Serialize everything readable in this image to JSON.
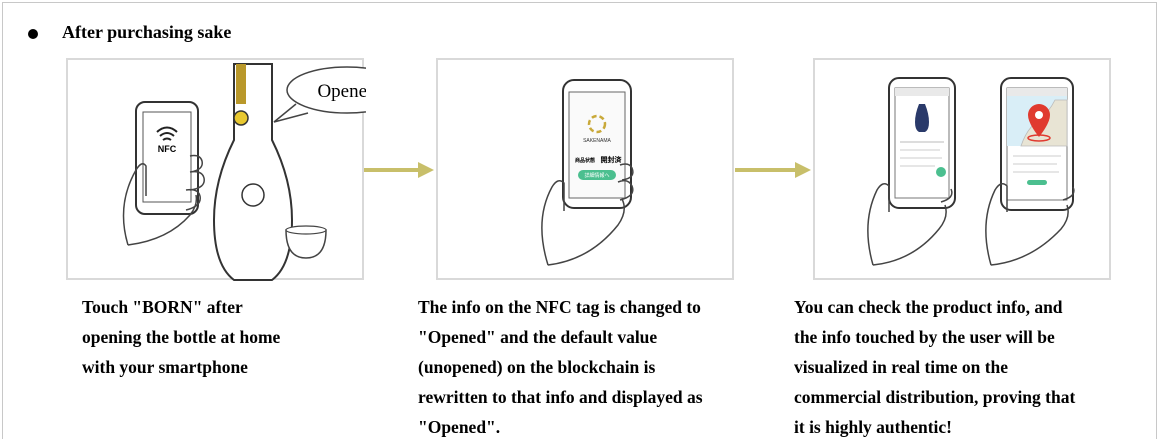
{
  "section": {
    "title": "After purchasing sake"
  },
  "steps": [
    {
      "bubble_label": "Opened",
      "phone_label": "NFC",
      "caption_lines": [
        "Touch \"BORN\" after",
        "opening the bottle at home",
        "with your smartphone"
      ]
    },
    {
      "app_name": "SAKENAMA",
      "screen_label_left": "商品状態",
      "screen_label_right": "開封済",
      "screen_button": "詳細情報へ",
      "caption_lines": [
        "The info on the NFC tag is changed to",
        "\"Opened\" and the default value",
        "(unopened) on the blockchain is",
        "rewritten to that info and displayed as",
        "\"Opened\"."
      ]
    },
    {
      "caption_lines": [
        "You can check the product info, and",
        "the info touched by the user will be",
        "visualized in real time on the",
        "commercial distribution, proving that",
        "it is highly authentic!"
      ]
    }
  ],
  "colors": {
    "arrow": "#c8bf6a",
    "map_pin": "#e03a2f",
    "app_green": "#4bbf8f",
    "bottle_gold": "#b9982a"
  }
}
